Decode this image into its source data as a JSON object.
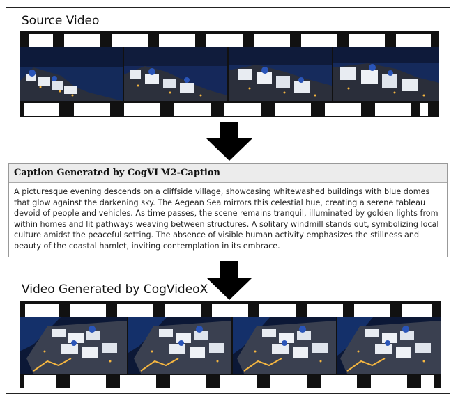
{
  "source_section": {
    "title": "Source Video"
  },
  "caption_section": {
    "title": "Caption Generated by CogVLM2-Caption",
    "text": "A picturesque evening descends on a cliffside village, showcasing whitewashed buildings with blue domes that glow against the darkening sky. The Aegean Sea mirrors this celestial hue, creating a serene tableau devoid of people and vehicles. As time passes, the scene remains tranquil, illuminated by golden lights from within homes and lit pathways weaving between structures. A solitary windmill stands out, symbolizing local culture amidst the peaceful setting. The absence of visible human activity emphasizes the stillness and beauty of the coastal hamlet, inviting contemplation in its embrace."
  },
  "generated_section": {
    "title": "Video Generated by CogVideoX"
  },
  "colors": {
    "film": "#111111",
    "night_sky": "#0d1a3a",
    "sea": "#142a5a",
    "buildings": "#e8ecf2",
    "lights": "#f5b640",
    "dome": "#2a55b8"
  }
}
